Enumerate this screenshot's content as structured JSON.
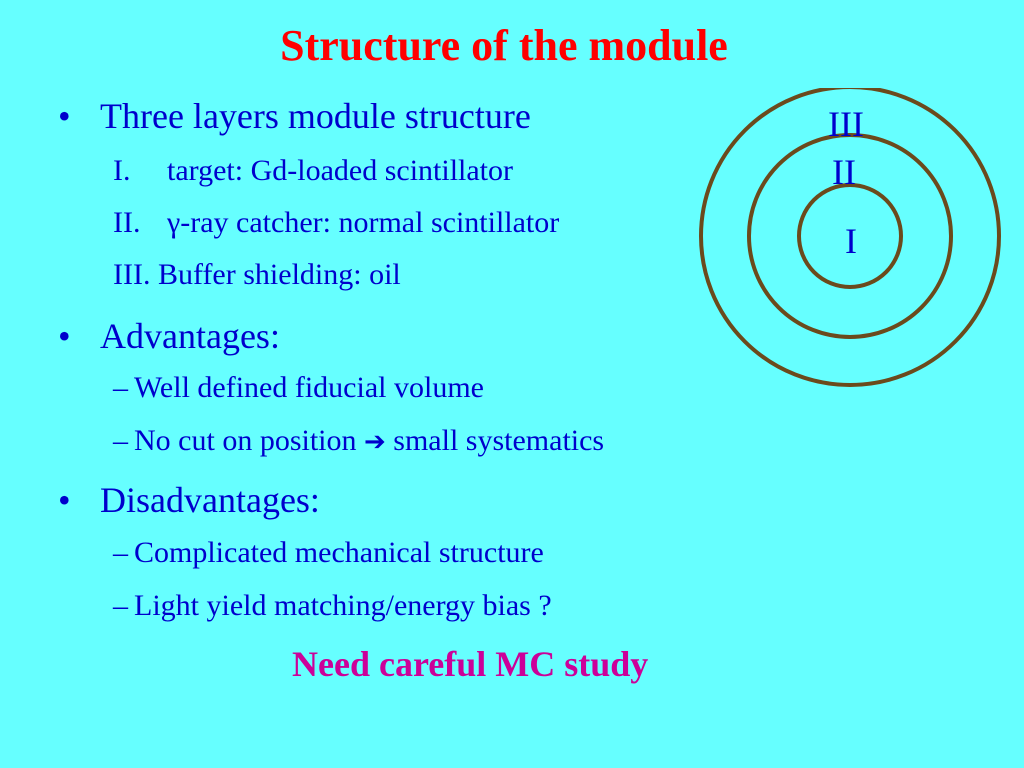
{
  "slide": {
    "title": "Structure of the module",
    "bullets": [
      {
        "marker": "•",
        "text": "Three layers module structure",
        "items": [
          {
            "num": "I.",
            "text": "target: Gd-loaded scintillator"
          },
          {
            "num": "II.",
            "text": "γ-ray catcher: normal scintillator"
          },
          {
            "num": "III.",
            "text": "Buffer shielding: oil"
          }
        ]
      },
      {
        "marker": "•",
        "text": "Advantages:",
        "items": [
          {
            "dash": "–",
            "text": "Well defined fiducial volume"
          },
          {
            "dash": "–",
            "text_before": "No cut on position ",
            "arrow": "➔",
            "text_after": " small systematics"
          }
        ]
      },
      {
        "marker": "•",
        "text": "Disadvantages:",
        "items": [
          {
            "dash": "–",
            "text": "Complicated mechanical structure"
          },
          {
            "dash": "–",
            "text": "Light yield matching/energy bias ?"
          }
        ]
      }
    ],
    "conclusion": "Need careful MC study"
  },
  "diagram": {
    "labels": {
      "outer": "III",
      "middle": "II",
      "inner": "I"
    },
    "ring_color": "#6b4a1c"
  },
  "colors": {
    "background": "#66ffff",
    "title": "#ff0000",
    "body_text": "#0000cc",
    "conclusion": "#cc0099"
  }
}
